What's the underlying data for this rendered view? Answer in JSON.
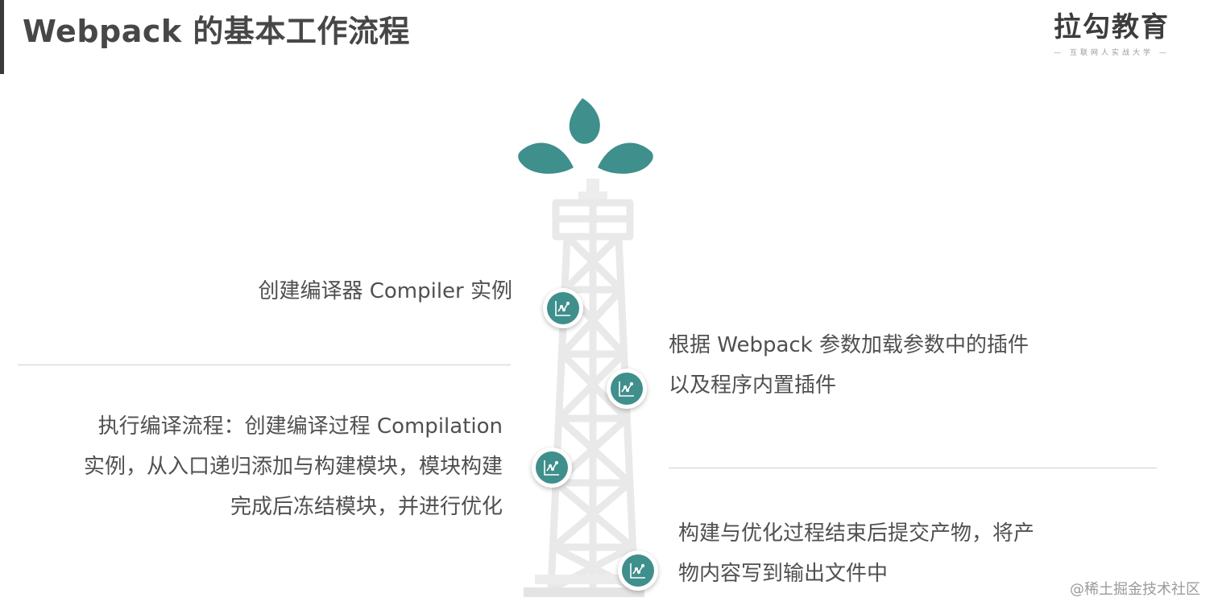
{
  "header": {
    "title": "Webpack 的基本工作流程"
  },
  "logo": {
    "name": "拉勾教育",
    "slogan": "— 互联网人实战大学 —"
  },
  "steps": [
    {
      "lines": [
        "创建编译器 Compiler 实例"
      ]
    },
    {
      "lines": [
        "根据 Webpack 参数加载参数中的插件",
        "以及程序内置插件"
      ]
    },
    {
      "lines": [
        "执行编译流程：创建编译过程 Compilation",
        "实例，从入口递归添加与构建模块，模块构建",
        "完成后冻结模块，并进行优化"
      ]
    },
    {
      "lines": [
        "构建与优化过程结束后提交产物，将产",
        "物内容写到输出文件中"
      ]
    }
  ],
  "icons": {
    "step_icon": "chart-icon",
    "tower": "oil-tower-icon"
  },
  "colors": {
    "accent": "#3f8f8c",
    "title": "#474747",
    "text": "#505050",
    "divider": "#cfcfcf"
  },
  "watermark": "@稀土掘金技术社区"
}
